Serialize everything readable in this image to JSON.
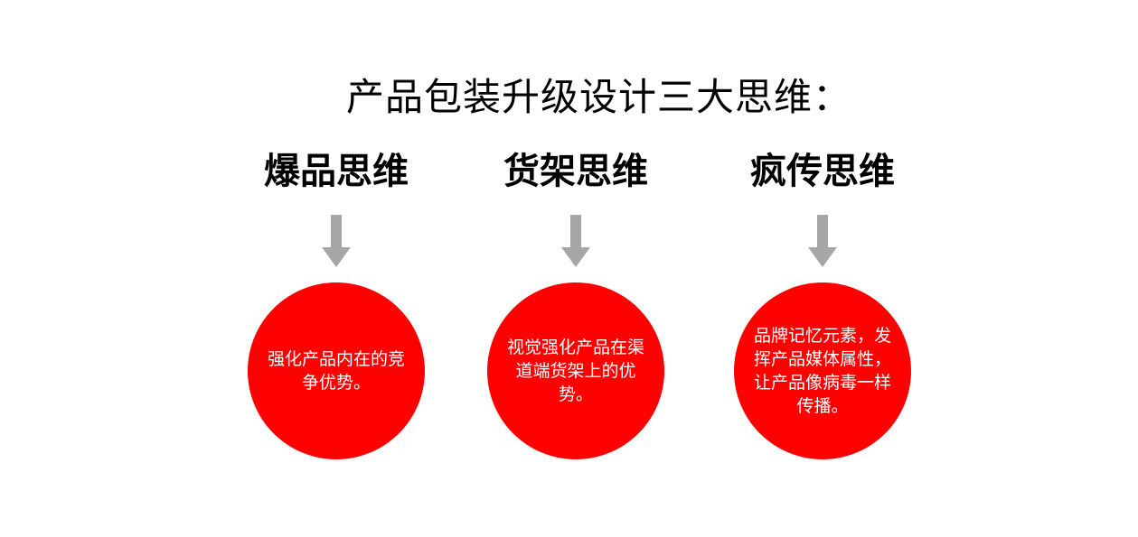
{
  "title": "产品包装升级设计三大思维：",
  "colors": {
    "circle_fill": "#ff0000",
    "arrow_fill": "#a6a6a6",
    "text_dark": "#000000",
    "text_light": "#ffffff"
  },
  "columns": [
    {
      "heading": "爆品思维",
      "arrow_icon": "arrow-down-icon",
      "circle_text": "强化产品内在的竞争优势。"
    },
    {
      "heading": "货架思维",
      "arrow_icon": "arrow-down-icon",
      "circle_text": "视觉强化产品在渠道端货架上的优势。"
    },
    {
      "heading": "疯传思维",
      "arrow_icon": "arrow-down-icon",
      "circle_text": "品牌记忆元素，发挥产品媒体属性，让产品像病毒一样传播。"
    }
  ]
}
